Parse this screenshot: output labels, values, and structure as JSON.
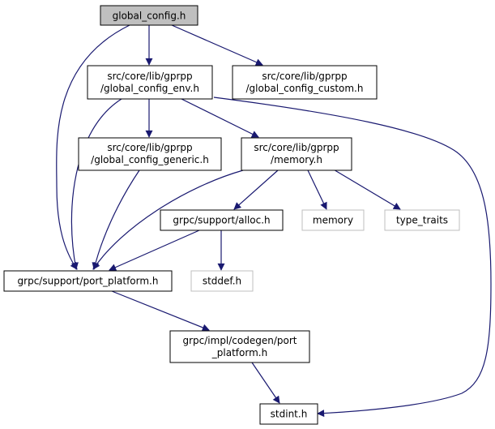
{
  "nodes": {
    "global_config": {
      "lines": [
        "global_config.h"
      ]
    },
    "global_config_env": {
      "lines": [
        "src/core/lib/gprpp",
        "/global_config_env.h"
      ]
    },
    "global_config_custom": {
      "lines": [
        "src/core/lib/gprpp",
        "/global_config_custom.h"
      ]
    },
    "global_config_generic": {
      "lines": [
        "src/core/lib/gprpp",
        "/global_config_generic.h"
      ]
    },
    "memory_h": {
      "lines": [
        "src/core/lib/gprpp",
        "/memory.h"
      ]
    },
    "alloc": {
      "lines": [
        "grpc/support/alloc.h"
      ]
    },
    "memory": {
      "lines": [
        "memory"
      ]
    },
    "type_traits": {
      "lines": [
        "type_traits"
      ]
    },
    "port_platform": {
      "lines": [
        "grpc/support/port_platform.h"
      ]
    },
    "stddef": {
      "lines": [
        "stddef.h"
      ]
    },
    "impl_port_platform": {
      "lines": [
        "grpc/impl/codegen/port",
        "_platform.h"
      ]
    },
    "stdint": {
      "lines": [
        "stdint.h"
      ]
    }
  },
  "colors": {
    "edge": "#191970",
    "root_fill": "#bfbfbf",
    "node_border": "#000000",
    "external_border": "#bfbfbf"
  }
}
